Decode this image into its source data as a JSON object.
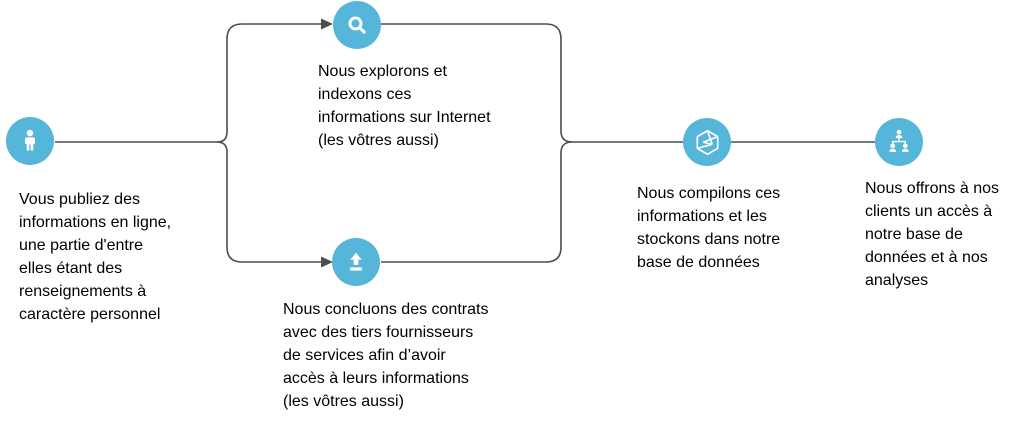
{
  "colors": {
    "accent": "#55b6d9",
    "line": "#4d4d4d",
    "glyph": "#ffffff",
    "text": "#000000",
    "background": "#ffffff"
  },
  "nodes": [
    {
      "id": "publish",
      "icon": "person-icon",
      "label": "Vous publiez des\ninformations en ligne,\nune partie d'entre\nelles étant des\nrenseignements à\ncaractère personnel"
    },
    {
      "id": "explore",
      "icon": "search-icon",
      "label": "Nous explorons et\nindexons ces\ninformations sur Internet\n(les vôtres aussi)"
    },
    {
      "id": "contracts",
      "icon": "upload-icon",
      "label": "Nous concluons des contrats\navec des tiers fournisseurs\nde services afin d’avoir\naccès à leurs informations\n(les vôtres aussi)"
    },
    {
      "id": "compile",
      "icon": "hexagon-icon",
      "label": "Nous compilons ces\ninformations et les\nstockons dans notre\nbase de données"
    },
    {
      "id": "offer",
      "icon": "org-chart-icon",
      "label": "Nous offrons à nos\nclients un accès à\nnotre base de\ndonnées et à nos\nanalyses"
    }
  ]
}
